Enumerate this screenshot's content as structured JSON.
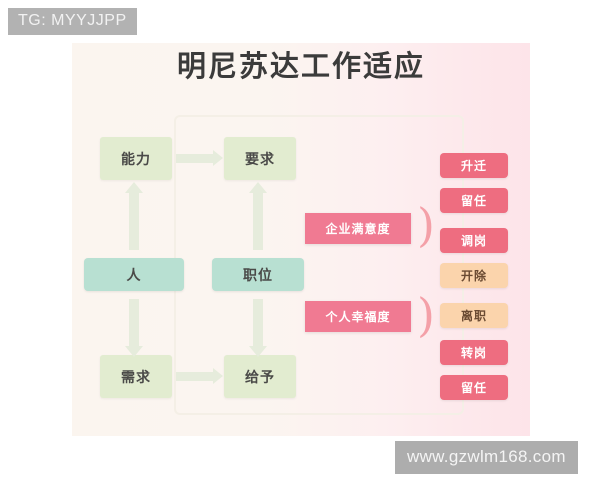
{
  "diagram": {
    "title": "明尼苏达工作适应",
    "nodes": {
      "ability": "能力",
      "demand": "要求",
      "person": "人",
      "position": "职位",
      "need": "需求",
      "give": "给予"
    },
    "middle_labels": {
      "company_satisfaction": "企业满意度",
      "personal_happiness": "个人幸福度"
    },
    "bracket_glyph": ")",
    "outcomes_top": [
      {
        "label": "升迁",
        "style": "red"
      },
      {
        "label": "留任",
        "style": "red"
      },
      {
        "label": "调岗",
        "style": "red"
      },
      {
        "label": "开除",
        "style": "peach"
      }
    ],
    "outcomes_bottom": [
      {
        "label": "离职",
        "style": "peach"
      },
      {
        "label": "转岗",
        "style": "red"
      },
      {
        "label": "留任",
        "style": "red"
      }
    ],
    "colors": {
      "green_node": "#e2ecd0",
      "teal_node": "#b8e0d2",
      "pink_label": "#f07a92",
      "outcome_red": "#ee6d80",
      "outcome_peach": "#fbd4ac",
      "arrow": "#e6ecdc",
      "canvas_left": "#fbf5ef",
      "canvas_right": "#fde4e9"
    }
  },
  "watermarks": {
    "top_left": "TG: MYYJJPP",
    "bottom_right": "www.gzwlm168.com"
  }
}
